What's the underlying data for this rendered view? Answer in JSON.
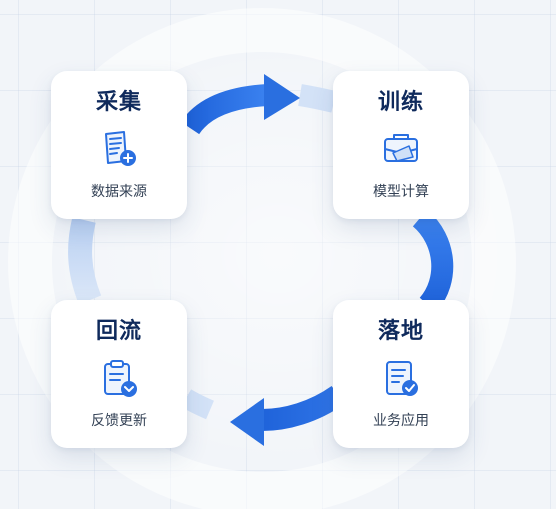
{
  "stages": [
    {
      "key": "collect",
      "title": "采集",
      "subtitle": "数据来源",
      "icon": "document-stack-plus-icon"
    },
    {
      "key": "train",
      "title": "训练",
      "subtitle": "模型计算",
      "icon": "briefcase-icon"
    },
    {
      "key": "deploy",
      "title": "落地",
      "subtitle": "业务应用",
      "icon": "document-check-icon"
    },
    {
      "key": "return",
      "title": "回流",
      "subtitle": "反馈更新",
      "icon": "clipboard-download-icon"
    }
  ],
  "colors": {
    "primary": "#2a6fe0",
    "primary_light": "#cfe0f7",
    "title": "#0f2a5c",
    "subtitle": "#334155",
    "card": "#ffffff",
    "background": "#f2f5f9"
  }
}
